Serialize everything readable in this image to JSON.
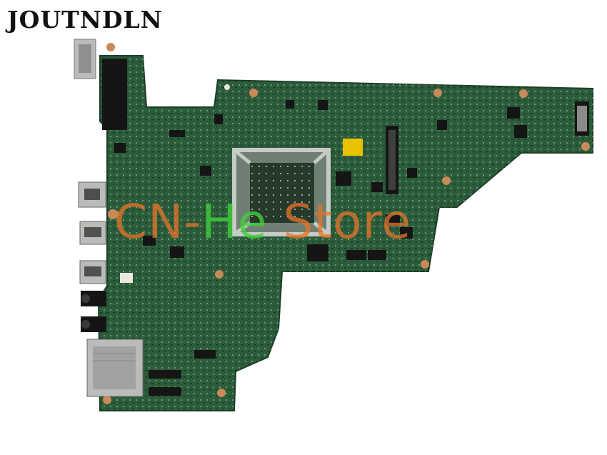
{
  "brand": {
    "text": "JOUTNDLN"
  },
  "watermark": {
    "prefix": "CN-",
    "middle": "He",
    "suffix": " Store",
    "orange": "#e8742a",
    "green": "#3fd13a"
  },
  "colors": {
    "pcb": "#2c5d3b",
    "pcb_dark": "#1f4a2d",
    "chip": "#151515",
    "socket": "#6f7f74",
    "metal": "#b9bcb8",
    "gold": "#e8c200",
    "pad": "#c98a5a"
  },
  "icons": [
    "motherboard-image",
    "cpu-socket-icon",
    "usb-port-icon",
    "audio-jack-icon",
    "sd-card-slot-icon"
  ]
}
